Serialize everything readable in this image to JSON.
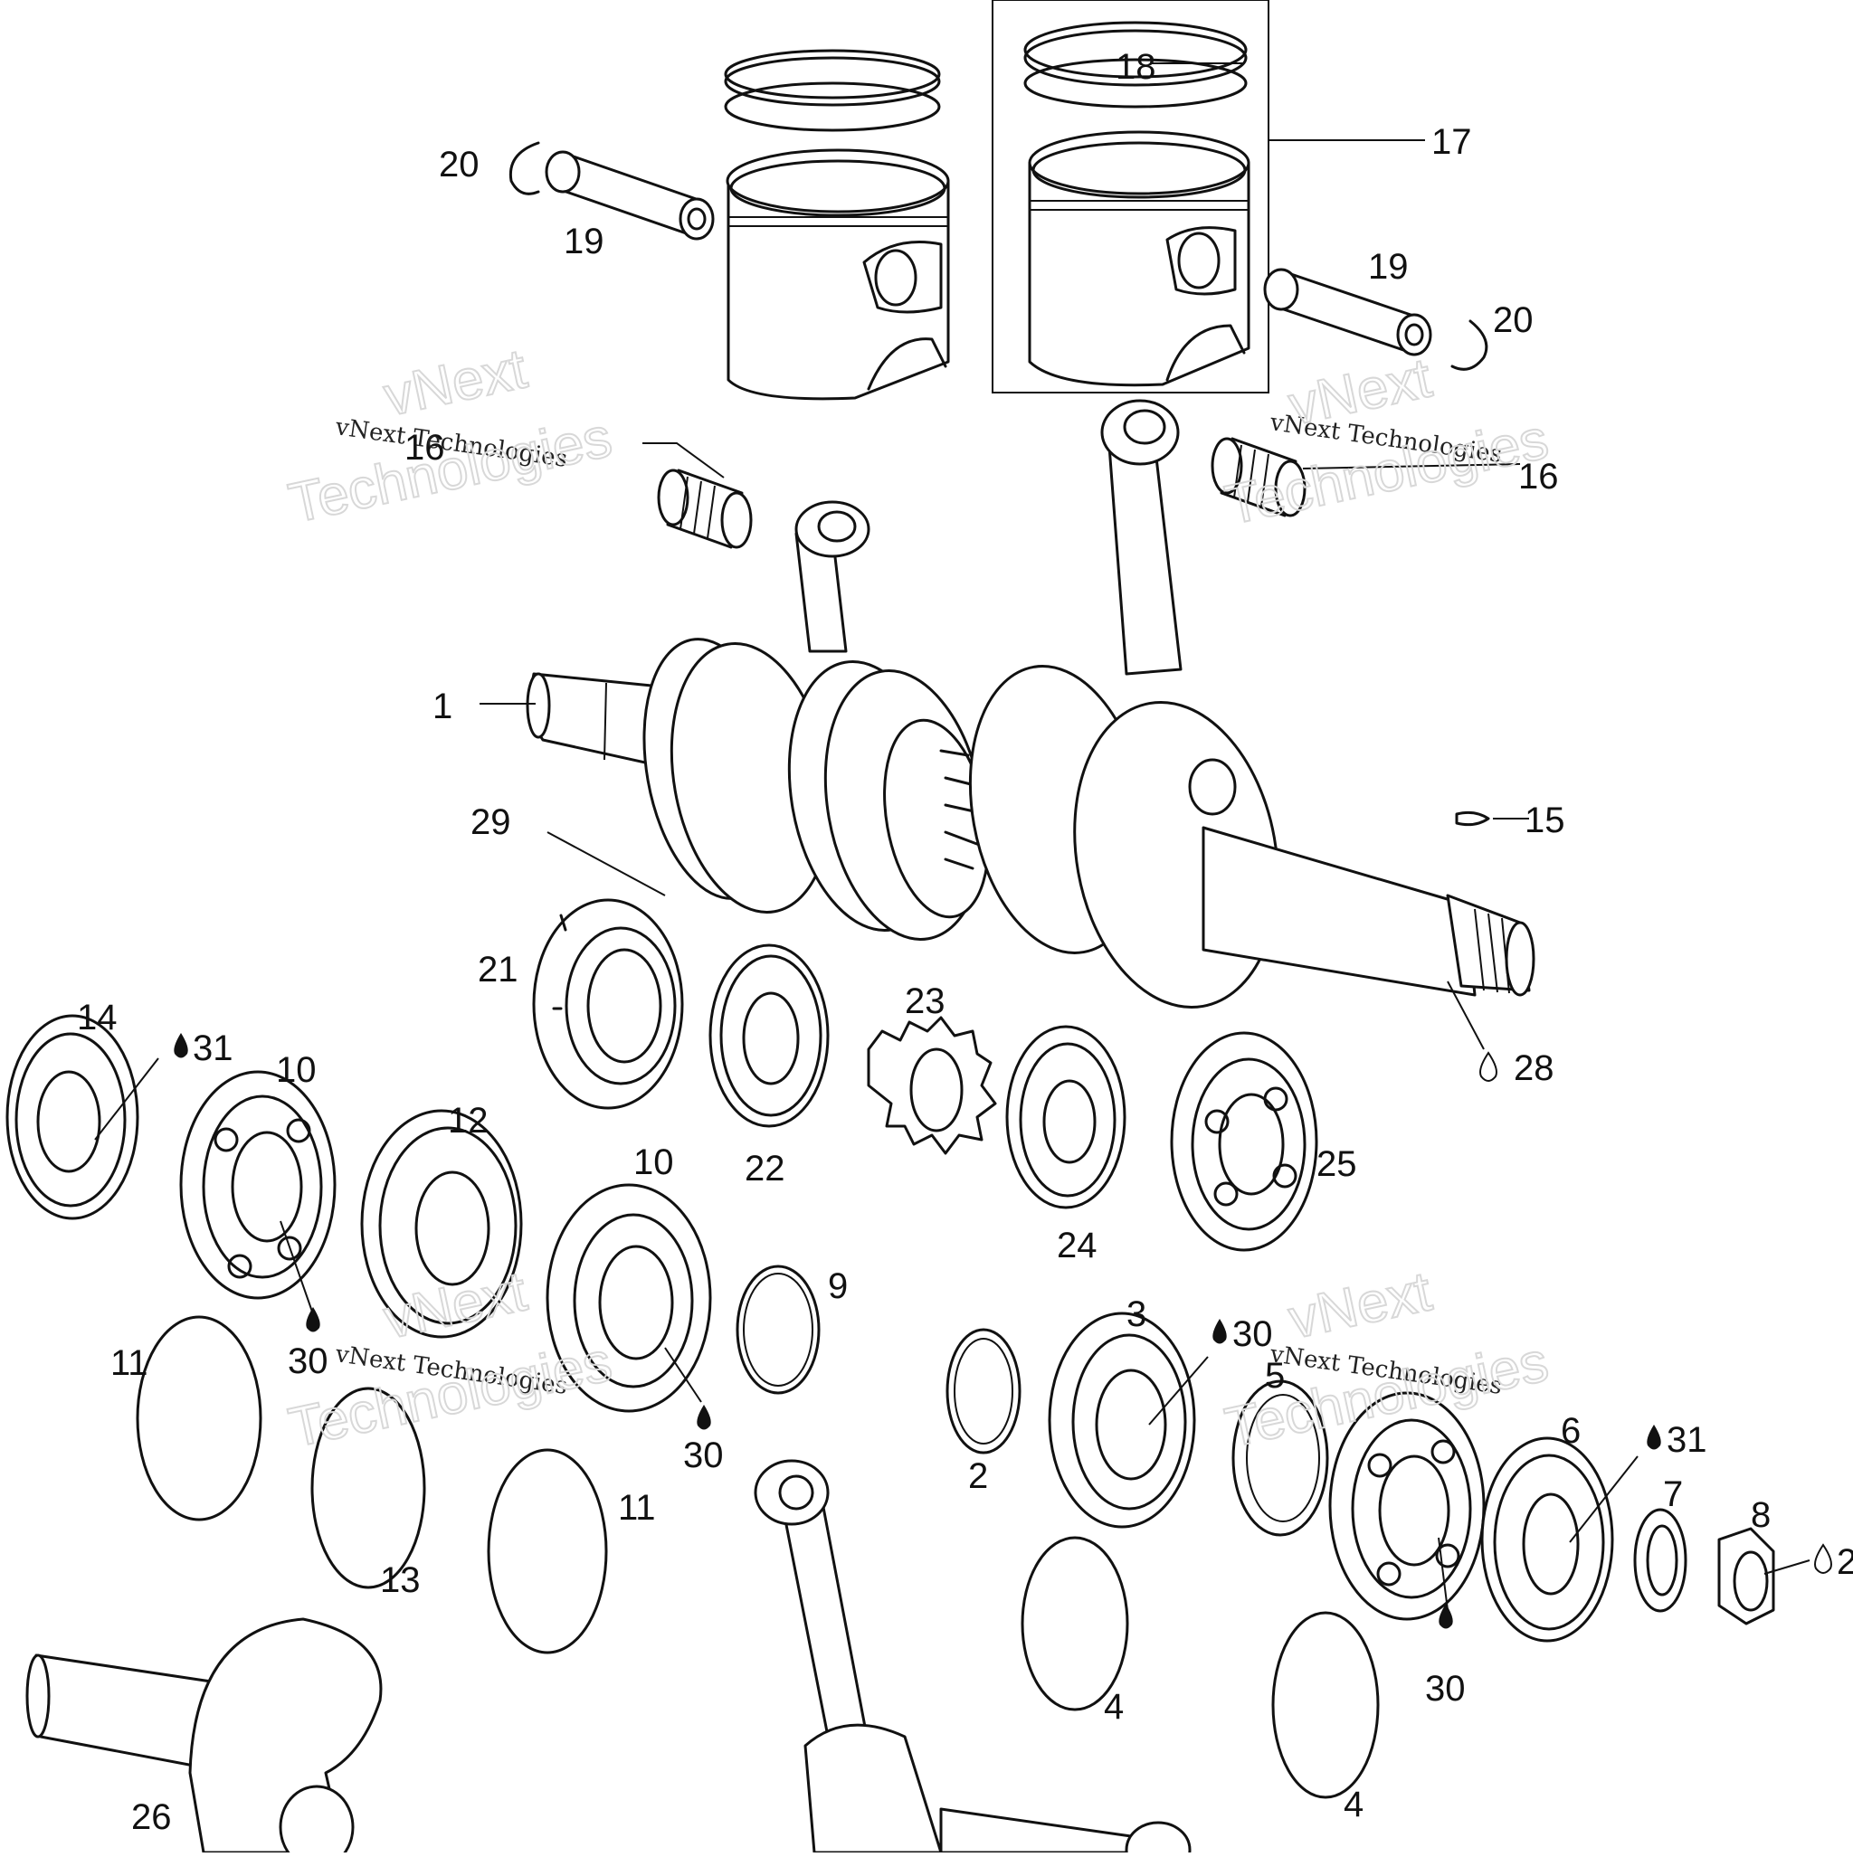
{
  "watermarks": {
    "small_text": "vNext Technologies",
    "large_line1": "vNext",
    "large_line2": "Technologies"
  },
  "callouts": {
    "c1": "1",
    "c2": "2",
    "c3": "3",
    "c4a": "4",
    "c4b": "4",
    "c5": "5",
    "c6": "6",
    "c7": "7",
    "c8": "8",
    "c9": "9",
    "c10a": "10",
    "c10b": "10",
    "c11a": "11",
    "c11b": "11",
    "c12": "12",
    "c13": "13",
    "c14": "14",
    "c15": "15",
    "c16a": "16",
    "c16b": "16",
    "c17": "17",
    "c18": "18",
    "c19a": "19",
    "c19b": "19",
    "c20a": "20",
    "c20b": "20",
    "c21": "21",
    "c22": "22",
    "c23": "23",
    "c24": "24",
    "c25": "25",
    "c26": "26",
    "c28": "28",
    "c29": "29",
    "c30a": "30",
    "c30b": "30",
    "c30c": "30",
    "c30d": "30",
    "c31a": "31",
    "c31b": "31",
    "c2r": "2"
  },
  "icons": {
    "lubricant_filled": "oil-drop-filled-icon",
    "lubricant_outline": "oil-drop-outline-icon"
  }
}
